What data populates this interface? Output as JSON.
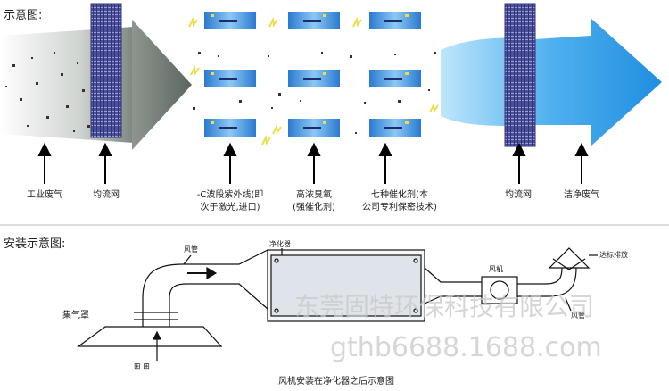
{
  "top_section": {
    "heading": "示意图:",
    "labels": [
      {
        "name": "label-industrial-exhaust",
        "lines": [
          "工业废气"
        ]
      },
      {
        "name": "label-flow-mesh-left",
        "lines": [
          "均流网"
        ]
      },
      {
        "name": "label-uv-lamp",
        "lines": [
          "-C波段紫外线(即",
          "次于激光,进口)"
        ]
      },
      {
        "name": "label-high-ozone",
        "lines": [
          "高浓臭氧",
          "(强催化剂)"
        ]
      },
      {
        "name": "label-seven-catalysts",
        "lines": [
          "七种催化剂(本",
          "公司专利保密技术)"
        ]
      },
      {
        "name": "label-flow-mesh-right",
        "lines": [
          "均流网"
        ]
      },
      {
        "name": "label-clean-exhaust",
        "lines": [
          "洁净废气"
        ]
      }
    ]
  },
  "bottom_section": {
    "heading": "安装示意图:",
    "labels": {
      "purifier": "净化器",
      "duct_left": "风管",
      "hood": "集气罩",
      "fan": "风机",
      "discharge": "达标排放",
      "duct_right": "风管",
      "ground_marks": "⊞ ⊞"
    },
    "caption": "风机安装在净化器之后示意图"
  },
  "watermarks": {
    "company": "东莞固特环保科技有限公司",
    "url": "gthb6688.1688.com"
  },
  "colors": {
    "mesh": "#4b4f9e",
    "arrow_in": "#7d8680",
    "arrow_out": "#1f8ee0",
    "lamp": "#3b8fd8",
    "lamp_band": "#1c2c6c",
    "spark": "#e8e04a"
  }
}
